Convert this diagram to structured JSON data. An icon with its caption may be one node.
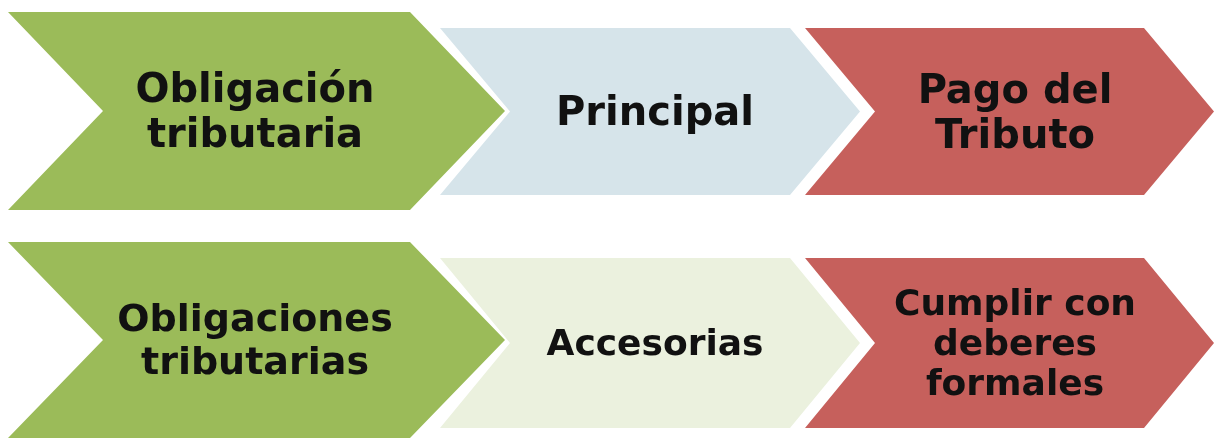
{
  "diagram": {
    "nodes": [
      {
        "text": [
          "Obligación tributaria"
        ]
      },
      {
        "text": [
          "Principal"
        ]
      },
      {
        "text": [
          "Pago del Tributo"
        ]
      },
      {
        "text": [
          "Obligaciones tributarias"
        ]
      },
      {
        "text": [
          "Accesorias"
        ]
      },
      {
        "text": [
          "Cumplir con deberes formales"
        ]
      }
    ]
  }
}
